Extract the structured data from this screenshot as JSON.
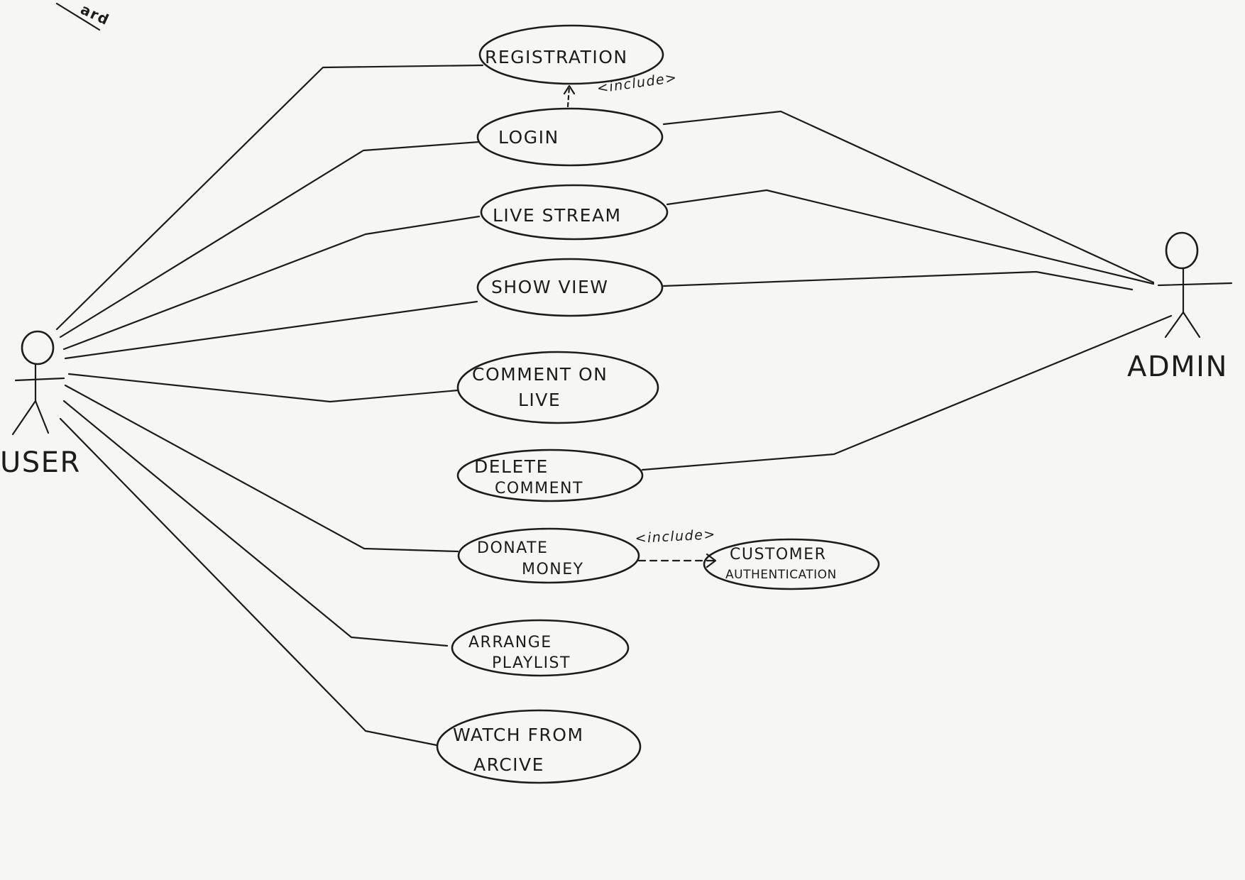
{
  "diagram": {
    "corner_mark": "ard",
    "actors": {
      "user": {
        "label": "USER"
      },
      "admin": {
        "label": "ADMIN"
      }
    },
    "use_cases": {
      "registration": {
        "lines": [
          "REGISTRATION"
        ]
      },
      "login": {
        "lines": [
          "LOGIN"
        ]
      },
      "live_stream": {
        "lines": [
          "LIVE STREAM"
        ]
      },
      "show_view": {
        "lines": [
          "SHOW VIEW"
        ]
      },
      "comment_on_live": {
        "lines": [
          "COMMENT ON",
          "LIVE"
        ]
      },
      "delete_comment": {
        "lines": [
          "DELETE",
          "COMMENT"
        ]
      },
      "donate_money": {
        "lines": [
          "DONATE",
          "MONEY"
        ]
      },
      "customer_authentication": {
        "lines": [
          "CUSTOMER",
          "AUTHENTICATION"
        ]
      },
      "arrange_playlist": {
        "lines": [
          "ARRANGE",
          "PLAYLIST"
        ]
      },
      "watch_from_archive": {
        "lines": [
          "WATCH FROM",
          "ARCIVE"
        ]
      }
    },
    "relations": {
      "login_registration": "<include>",
      "donate_authentication": "<include>"
    }
  }
}
